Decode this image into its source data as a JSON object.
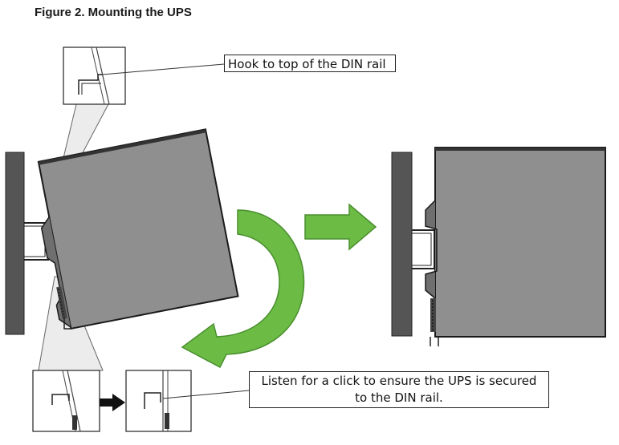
{
  "figure": {
    "title": "Figure 2. Mounting the UPS"
  },
  "callouts": {
    "top": "Hook to top of the DIN rail",
    "bottom_line1": "Listen for a click to ensure the UPS is secured",
    "bottom_line2": "to the DIN rail."
  },
  "colors": {
    "ups_body": "#8f8f8f",
    "wall": "#555555",
    "arrow_green": "#6bbb45",
    "arrow_green_outline": "#4a8f2e"
  }
}
